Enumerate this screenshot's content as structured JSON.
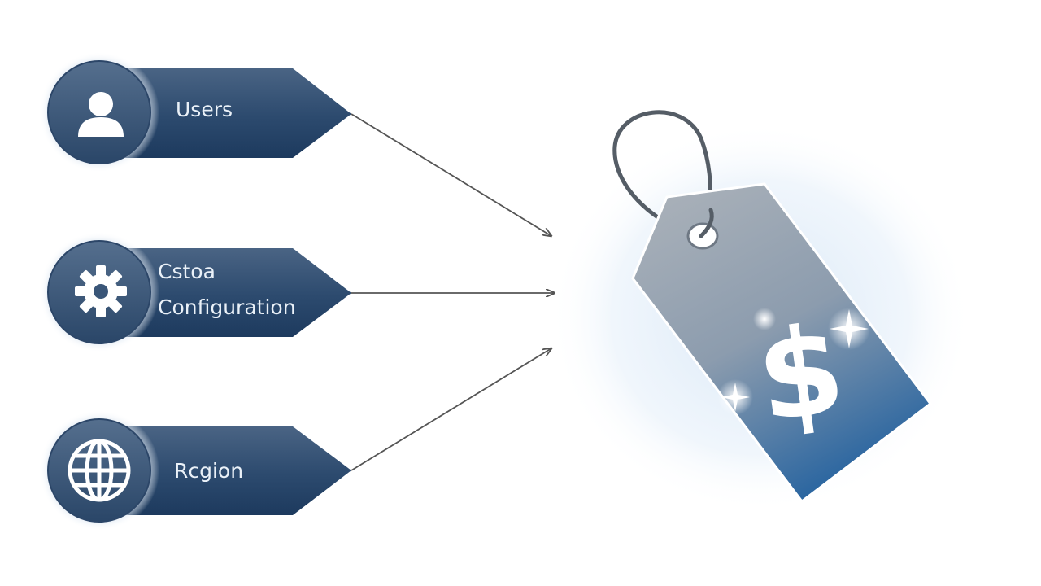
{
  "factors": [
    {
      "icon": "user-icon",
      "lines": [
        "Users"
      ]
    },
    {
      "icon": "gear-icon",
      "lines": [
        "Cstoa",
        "Configuration"
      ]
    },
    {
      "icon": "globe-icon",
      "lines": [
        "Rcgion"
      ]
    }
  ],
  "target": {
    "icon": "price-tag-icon",
    "symbol": "$"
  },
  "colors": {
    "banner_dark": "#1f3b5e",
    "banner_mid": "#3d5a7c",
    "tag_top": "#9aa4b0",
    "tag_bottom": "#1a5a9a",
    "arrow": "#555555",
    "glow": "#d8e8f7"
  }
}
